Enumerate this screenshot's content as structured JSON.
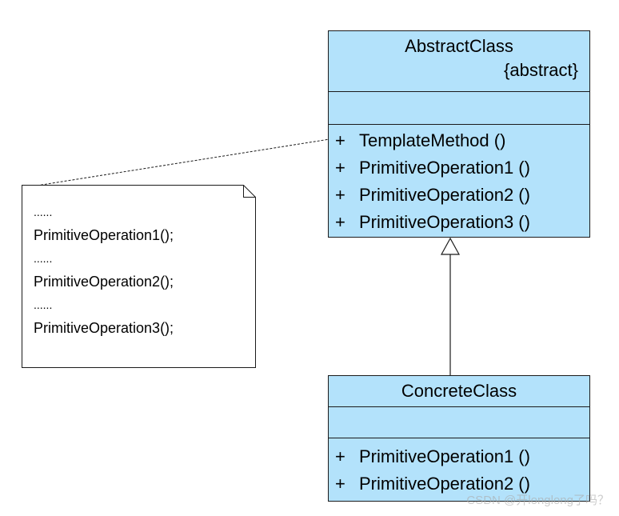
{
  "abstract_class": {
    "name": "AbstractClass",
    "stereotype": "{abstract}",
    "operations": [
      {
        "visibility": "+",
        "signature": "TemplateMethod ()"
      },
      {
        "visibility": "+",
        "signature": "PrimitiveOperation1 ()"
      },
      {
        "visibility": "+",
        "signature": "PrimitiveOperation2 ()"
      },
      {
        "visibility": "+",
        "signature": "PrimitiveOperation3 ()"
      }
    ]
  },
  "concrete_class": {
    "name": "ConcreteClass",
    "operations": [
      {
        "visibility": "+",
        "signature": "PrimitiveOperation1 ()"
      },
      {
        "visibility": "+",
        "signature": "PrimitiveOperation2 ()"
      }
    ]
  },
  "note": {
    "lines": [
      "......",
      "PrimitiveOperation1();",
      "......",
      "PrimitiveOperation2();",
      "......",
      "PrimitiveOperation3();"
    ]
  },
  "watermark": "CSDN @开longlong了吗？",
  "colors": {
    "class_fill": "#b3e2fb",
    "border": "#1b1b1b"
  }
}
